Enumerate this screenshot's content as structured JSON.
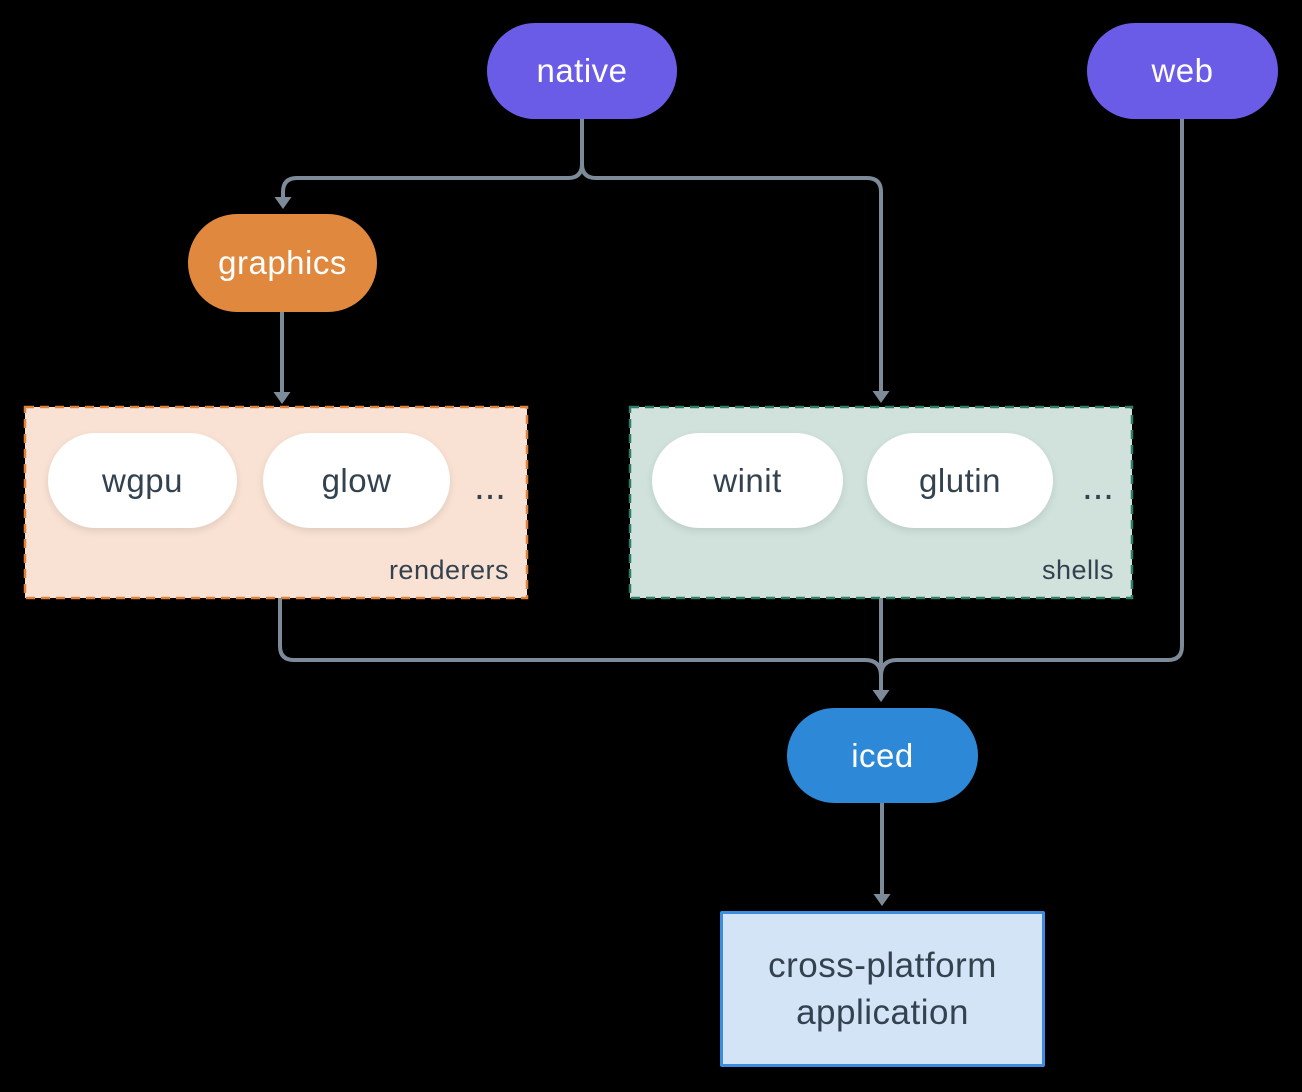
{
  "nodes": {
    "native": "native",
    "web": "web",
    "graphics": "graphics",
    "iced": "iced",
    "application": "cross-platform application"
  },
  "groups": {
    "renderers": {
      "label": "renderers",
      "items": [
        "wgpu",
        "glow"
      ],
      "ellipsis": "..."
    },
    "shells": {
      "label": "shells",
      "items": [
        "winit",
        "glutin"
      ],
      "ellipsis": "..."
    }
  },
  "colors": {
    "platform_pill": "#6b5ce7",
    "graphics_pill": "#e0883e",
    "iced_pill": "#2d89d8",
    "renderers_bg": "#f9e2d3",
    "renderers_border": "#e0823c",
    "shells_bg": "#d1e2dc",
    "shells_border": "#2e7d68",
    "application_bg": "#d4e4f7",
    "application_border": "#3c8ce0",
    "connector": "#7d8b99",
    "dark_text": "#32424f",
    "background": "#000000"
  }
}
